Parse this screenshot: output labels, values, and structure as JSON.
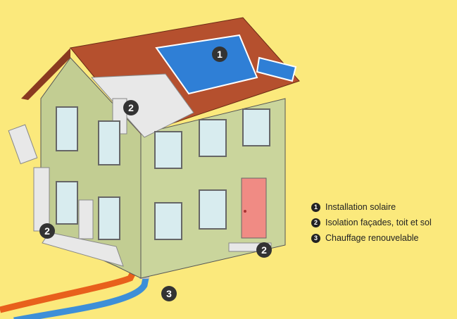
{
  "markers": {
    "solar": "1",
    "insulation": "2",
    "heating": "3"
  },
  "legend": [
    {
      "number": "1",
      "label": "Installation solaire"
    },
    {
      "number": "2",
      "label": "Isolation façades, toit et sol"
    },
    {
      "number": "3",
      "label": "Chauffage renouvelable"
    }
  ],
  "colors": {
    "background": "#fbe97c",
    "wall": "#c9d49a",
    "roof": "#b5502e",
    "solar": "#2f7fd6",
    "door": "#f08b84",
    "pipe_hot": "#e8601c",
    "pipe_cold": "#3d8fd8"
  }
}
